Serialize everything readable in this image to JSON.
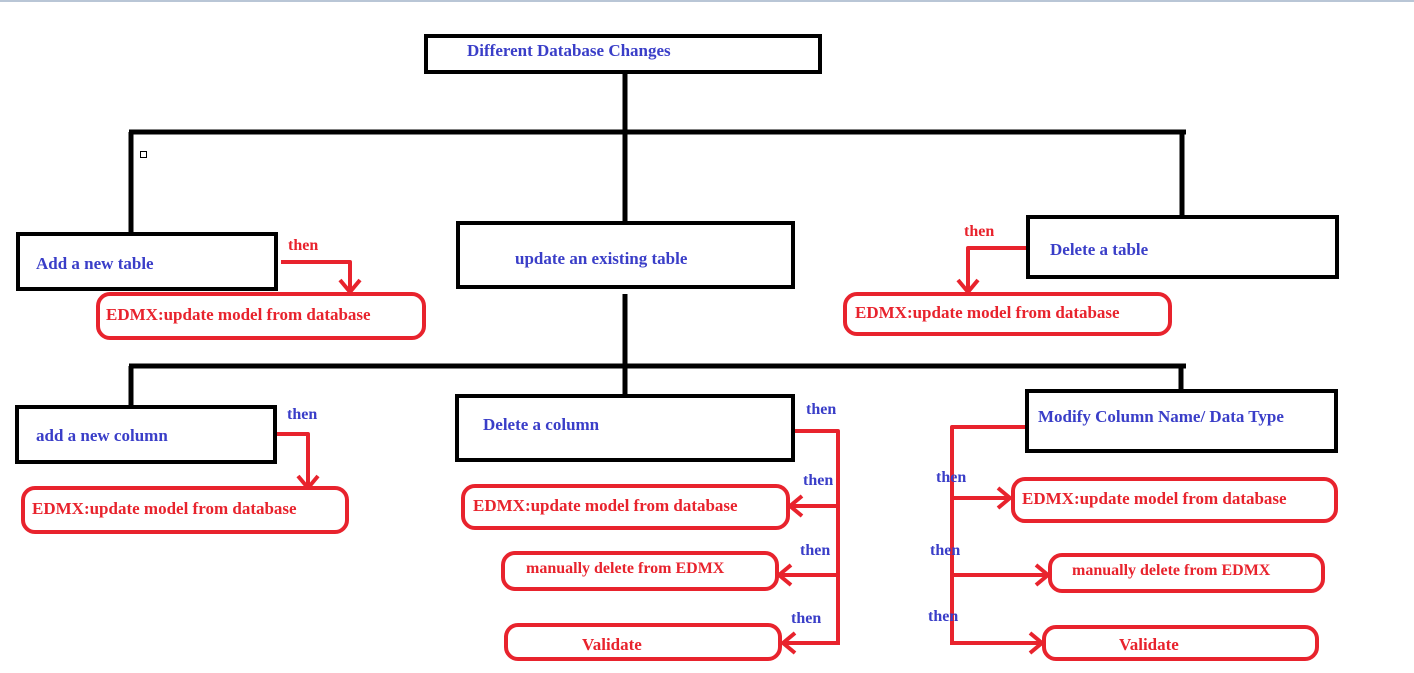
{
  "diagram": {
    "root": {
      "label": "Different Database Changes"
    },
    "categories": [
      {
        "label": "Add a new table",
        "then": "then",
        "result": "EDMX:update model from database"
      },
      {
        "label": "update an existing table"
      },
      {
        "label": "Delete a table",
        "then": "then",
        "result": "EDMX:update model from database"
      }
    ],
    "subcategories": [
      {
        "label": "add a new column",
        "then": "then",
        "result": "EDMX:update model from database"
      },
      {
        "label": "Delete a column",
        "thens": [
          "then",
          "then",
          "then",
          "then"
        ],
        "steps": [
          "EDMX:update model from database",
          "manually delete from EDMX",
          "Validate"
        ]
      },
      {
        "label": "Modify Column Name/ Data Type",
        "thens": [
          "then",
          "then",
          "then"
        ],
        "steps": [
          "EDMX:update model from database",
          "manually delete from EDMX",
          "Validate"
        ]
      }
    ],
    "colors": {
      "box_text": "#3a3ec8",
      "action": "#e8232d",
      "line": "#000000"
    }
  }
}
